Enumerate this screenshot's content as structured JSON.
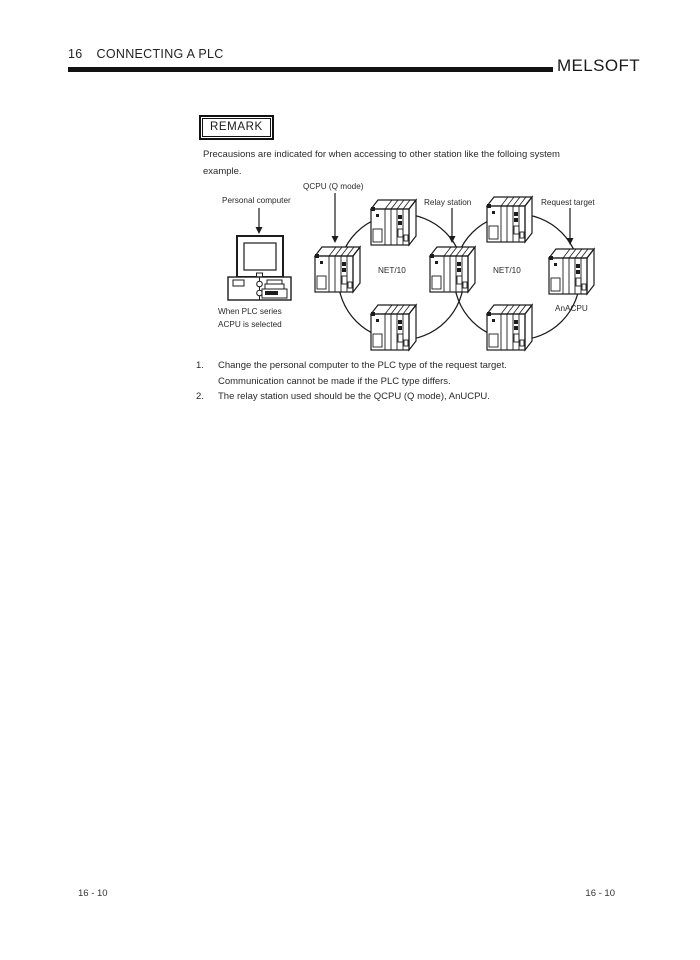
{
  "page": {
    "header": {
      "chapter_no": "16",
      "chapter_title": "CONNECTING A PLC",
      "brand": "MELSOFT"
    },
    "remark": {
      "label": "REMARK",
      "lines": [
        "Precausions are indicated for when accessing to other station like the folloing system",
        "example."
      ]
    },
    "diagram": {
      "labels": {
        "personal_computer": "Personal computer",
        "qcpu": "QCPU (Q mode)",
        "relay_station": "Relay station",
        "request_target": "Request target",
        "net10_left": "NET/10",
        "net10_right": "NET/10",
        "anacpu": "AnACPU",
        "pc_note_line1": "When PLC series",
        "pc_note_line2": "ACPU is selected"
      }
    },
    "notes": [
      {
        "num": "1.",
        "lines": [
          "Change the personal computer to the PLC type of the request target.",
          "Communication cannot be made if the PLC type differs."
        ]
      },
      {
        "num": "2.",
        "lines": [
          "The relay station used should be the QCPU (Q mode), AnUCPU."
        ]
      }
    ],
    "footer": {
      "left": "16 - 10",
      "right": "16 - 10"
    },
    "colors": {
      "ink": "#121212",
      "paper": "#ffffff"
    }
  }
}
